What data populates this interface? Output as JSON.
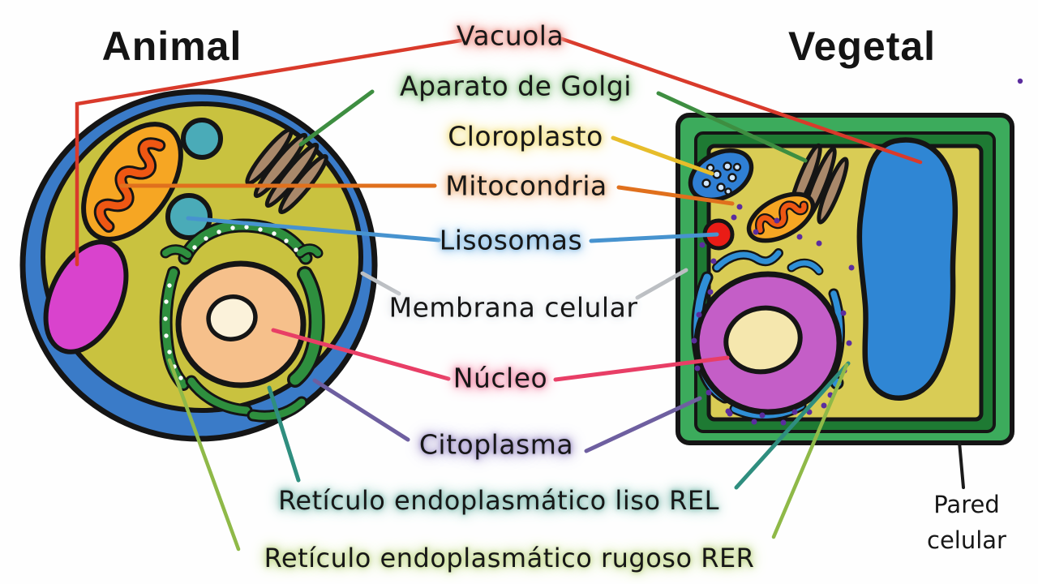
{
  "titles": {
    "animal": "Animal",
    "vegetal": "Vegetal"
  },
  "labels": {
    "vacuola": "Vacuola",
    "aparato_de_golgi": "Aparato de Golgi",
    "cloroplasto": "Cloroplasto",
    "mitocondria": "Mitocondria",
    "lisosomas": "Lisosomas",
    "membrana_celular": "Membrana celular",
    "nucleo": "Núcleo",
    "citoplasma": "Citoplasma",
    "reticulo_liso": "Retículo endoplasmático liso REL",
    "reticulo_rugoso": "Retículo endoplasmático rugoso RER",
    "pared_celular": "Pared celular"
  },
  "palette": {
    "line_vacuola": "#d93a2b",
    "line_golgi": "#3e8e41",
    "line_cloroplasto": "#e7bd2b",
    "line_mitocondria": "#e0701d",
    "line_lisosomas": "#4793cf",
    "line_membrana": "#bcbfc3",
    "line_nucleo": "#e83e66",
    "line_citoplasma": "#6e5fa0",
    "line_rel": "#2f8e7f",
    "line_rer": "#8fb948",
    "glow_vacuola": "#ef9d94",
    "glow_golgi": "#96cc90",
    "glow_cloroplasto": "#f2e186",
    "glow_mitocondria": "#f3bf92",
    "glow_lisosomas": "#92c3e8",
    "glow_membrana": "#e8ebee",
    "glow_nucleo": "#f193af",
    "glow_citoplasma": "#a89cce",
    "glow_rel": "#8ec4ba",
    "glow_rer": "#c8dc96",
    "animal_membrane": "#3a7bc8",
    "animal_cytoplasm": "#c9c23f",
    "plant_cytoplasm": "#d9cc55",
    "cell_wall_green": "#3cab5c",
    "cell_wall_dark": "#1e7a33",
    "mitochondria_orange": "#f6a623",
    "mitochondria_crista": "#ee5713",
    "vacuole_magenta": "#d943cd",
    "vacuole_blue": "#2f86d4",
    "nucleus_animal": "#f6c08b",
    "nucleolus_animal": "#fbf2da",
    "nucleus_plant": "#c45ec7",
    "nucleolus_plant": "#f5e7ae",
    "lysosome_teal": "#4aabb8",
    "lysosome_red": "#ea1c16",
    "golgi_brown": "#a9886a",
    "er_green": "#2e8f3e",
    "er_blue": "#2f8fd6",
    "ribosome_purple": "#5b2d9e"
  }
}
